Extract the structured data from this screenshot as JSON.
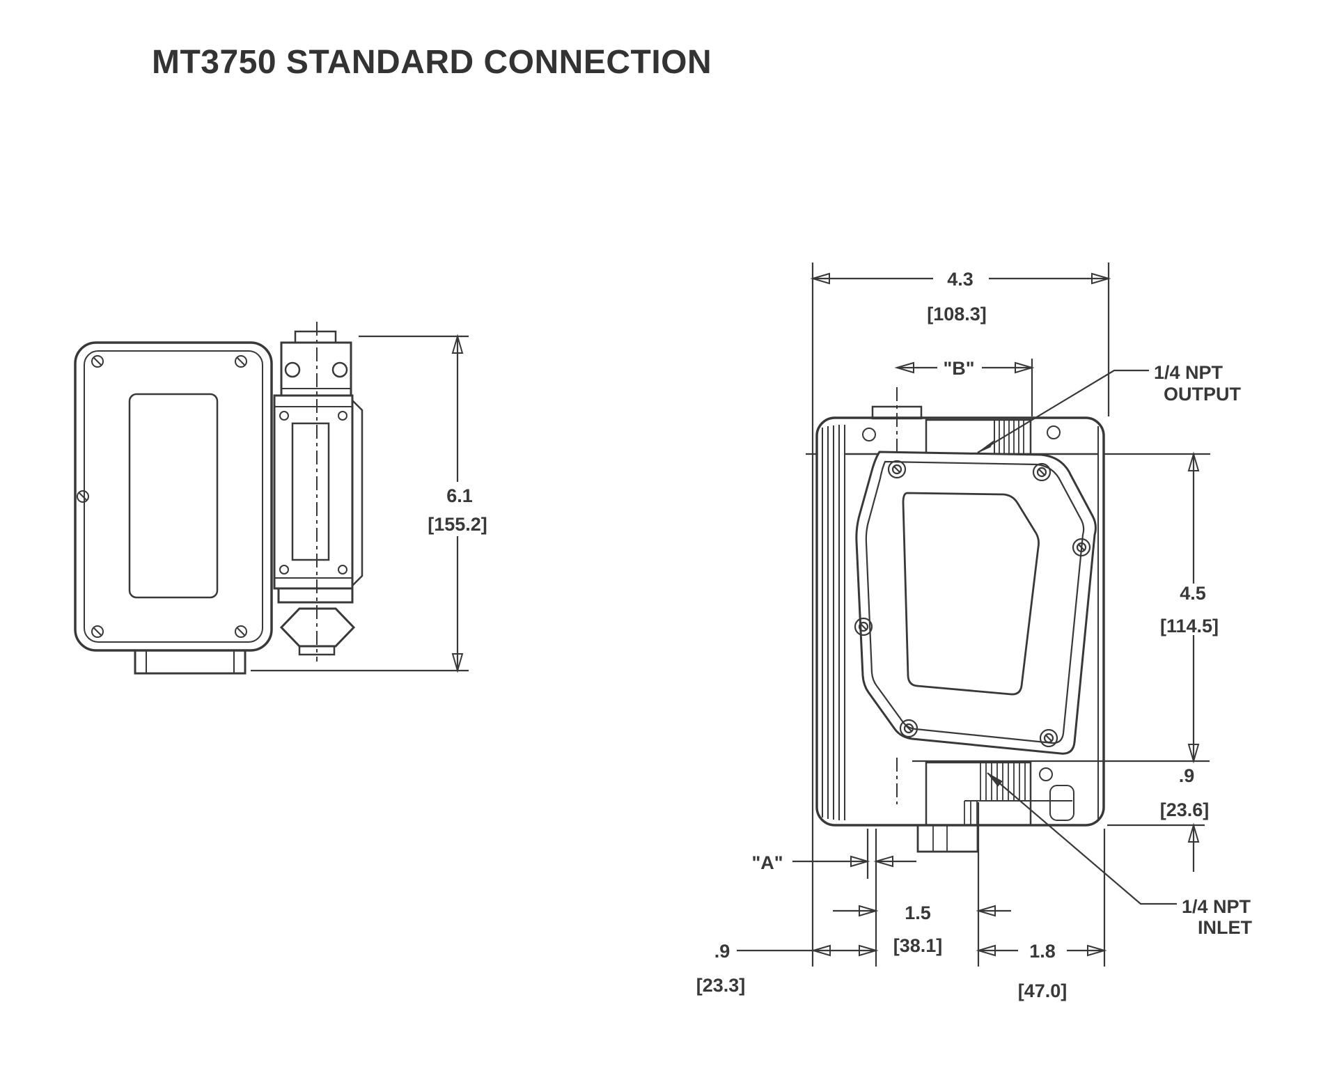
{
  "title": "MT3750 STANDARD CONNECTION",
  "colors": {
    "line": "#383838",
    "background": "#ffffff"
  },
  "side_view": {
    "height_dim": {
      "in": "6.1",
      "mm": "[155.2]"
    }
  },
  "front_view": {
    "width_dim": {
      "in": "4.3",
      "mm": "[108.3]"
    },
    "b_dim": {
      "label": "\"B\""
    },
    "a_dim": {
      "label": "\"A\""
    },
    "height_dim": {
      "in": "4.5",
      "mm": "[114.5]"
    },
    "bottom_band_dim": {
      "in": ".9",
      "mm": "[23.6]"
    },
    "left_offset_dim": {
      "in": ".9",
      "mm": "[23.3]"
    },
    "port_width_dim": {
      "in": "1.5",
      "mm": "[38.1]"
    },
    "right_width_dim": {
      "in": "1.8",
      "mm": "[47.0]"
    },
    "output_label": {
      "line1": "1/4 NPT",
      "line2": "OUTPUT"
    },
    "inlet_label": {
      "line1": "1/4 NPT",
      "line2": "INLET"
    }
  }
}
